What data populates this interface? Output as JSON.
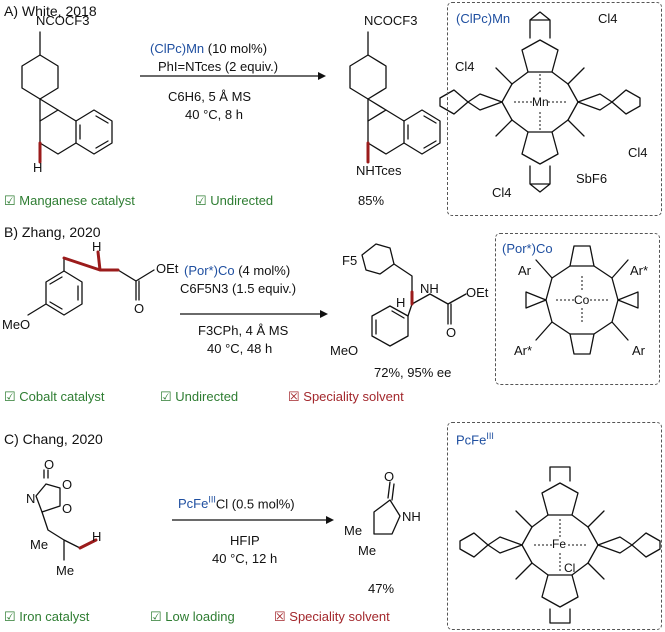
{
  "sections": [
    {
      "header": "A) White, 2018",
      "reactant_label": "NCOCF3",
      "reagent_catalyst": "(ClPc)Mn",
      "reagent_catalyst_suffix": " (10 mol%)",
      "reagent_2": "PhI=NTces (2 equiv.)",
      "condition_1": "C6H6, 5 Å MS",
      "condition_2": "40 °C, 8 h",
      "product_label_top": "NCOCF3",
      "product_label_bottom": "NHTces",
      "yield": "85%",
      "tags": [
        {
          "text": "Manganese catalyst",
          "kind": "check"
        },
        {
          "text": "Undirected",
          "kind": "check"
        }
      ],
      "catalyst_box": {
        "title": "(ClPc)Mn",
        "metal": "Mn",
        "counterion": "SbF6",
        "substituent": "Cl4"
      }
    },
    {
      "header": "B) Zhang, 2020",
      "reactant_label_1": "MeO",
      "reactant_label_2": "OEt",
      "reactant_label_3": "O",
      "reactant_label_4": "H",
      "reagent_catalyst": "(Por*)Co",
      "reagent_catalyst_suffix": " (4 mol%)",
      "reagent_2": "C6F5N3 (1.5 equiv.)",
      "condition_1": "F3CPh, 4 Å MS",
      "condition_2": "40 °C, 48 h",
      "product_label_1": "F5",
      "product_label_2": "NH",
      "product_label_3": "H",
      "product_label_4": "OEt",
      "product_label_5": "O",
      "product_label_6": "MeO",
      "yield": "72%, 95% ee",
      "tags": [
        {
          "text": "Cobalt catalyst",
          "kind": "check"
        },
        {
          "text": "Undirected",
          "kind": "check"
        },
        {
          "text": "Speciality solvent",
          "kind": "cross"
        }
      ],
      "catalyst_box": {
        "title": "(Por*)Co",
        "metal": "Co",
        "aryl": "Ar",
        "aryl_star": "Ar*"
      }
    },
    {
      "header": "C) Chang, 2020",
      "reactant_label_1": "O",
      "reactant_label_2": "O",
      "reactant_label_3": "O",
      "reactant_label_4": "N",
      "reactant_label_5": "Me",
      "reactant_label_6": "H",
      "reagent_catalyst": "PcFe",
      "reagent_catalyst_sup": "III",
      "reagent_catalyst_suffix": "Cl (0.5 mol%)",
      "condition_1": "HFIP",
      "condition_2": "40 °C, 12 h",
      "product_label_1": "O",
      "product_label_2": "NH",
      "product_label_3": "Me",
      "product_label_4": "Me",
      "yield": "47%",
      "tags": [
        {
          "text": "Iron catalyst",
          "kind": "check"
        },
        {
          "text": "Low loading",
          "kind": "check"
        },
        {
          "text": "Speciality solvent",
          "kind": "cross"
        }
      ],
      "catalyst_box": {
        "title": "PcFe",
        "title_sup": "III",
        "metal": "Fe",
        "ligand": "Cl"
      }
    }
  ],
  "icons": {
    "check": "☑",
    "cross": "☒"
  },
  "colors": {
    "catalyst": "#1f4fa0",
    "pro": "#2e7d32",
    "con": "#a3282d",
    "bond_highlight": "#9b1b1b"
  }
}
